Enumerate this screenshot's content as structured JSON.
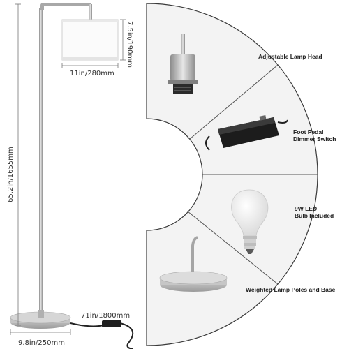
{
  "dimensions": {
    "shade_height": "7.5in/190mm",
    "shade_width": "11in/280mm",
    "total_height": "65.2in/1655mm",
    "cord_length": "71in/1800mm",
    "base_width": "9.8in/250mm"
  },
  "features": [
    {
      "line1": "Adjustable Lamp Head",
      "line2": ""
    },
    {
      "line1": "Foot Pedal",
      "line2": "Dimmer Switch"
    },
    {
      "line1": "9W LED",
      "line2": "Bulb Included"
    },
    {
      "line1": "Weighted Lamp Poles and Base",
      "line2": ""
    }
  ],
  "colors": {
    "panel_bg": "#f2f2f2",
    "metal": "#b9b9b9",
    "shade": "#ffffff",
    "line": "#555555"
  }
}
